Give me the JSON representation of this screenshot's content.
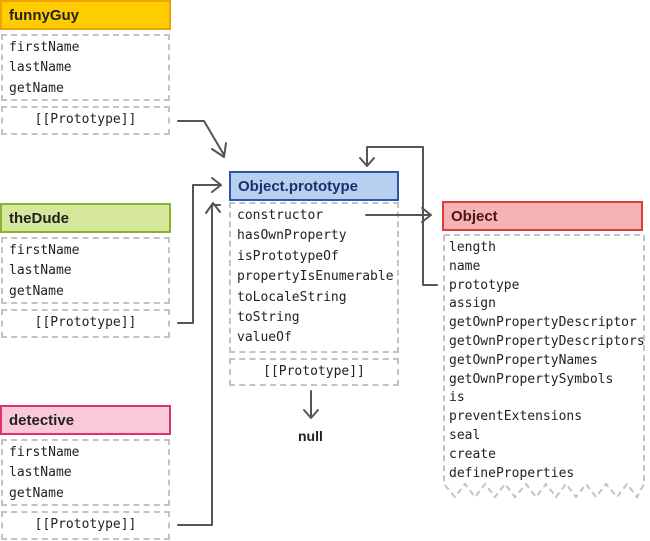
{
  "funnyGuy": {
    "title": "funnyGuy",
    "properties": [
      "firstName",
      "lastName",
      "getName"
    ],
    "prototype_slot": "[[Prototype]]"
  },
  "theDude": {
    "title": "theDude",
    "properties": [
      "firstName",
      "lastName",
      "getName"
    ],
    "prototype_slot": "[[Prototype]]"
  },
  "detective": {
    "title": "detective",
    "properties": [
      "firstName",
      "lastName",
      "getName"
    ],
    "prototype_slot": "[[Prototype]]"
  },
  "object_prototype": {
    "title": "Object.prototype",
    "properties": [
      "constructor",
      "hasOwnProperty",
      "isPrototypeOf",
      "propertyIsEnumerable",
      "toLocaleString",
      "toString",
      "valueOf"
    ],
    "prototype_slot": "[[Prototype]]",
    "null_label": "null"
  },
  "object": {
    "title": "Object",
    "properties": [
      "length",
      "name",
      "prototype",
      "assign",
      "getOwnPropertyDescriptor",
      "getOwnPropertyDescriptors",
      "getOwnPropertyNames",
      "getOwnPropertySymbols",
      "is",
      "preventExtensions",
      "seal",
      "create",
      "defineProperties"
    ]
  },
  "colors": {
    "funnyGuy_header": "#ffcc00",
    "theDude_header": "#d5e79a",
    "detective_header": "#f8c9da",
    "object_prototype_header": "#b7d0ef",
    "object_header": "#f6b3b3",
    "dashed_border": "#c3c3c3",
    "arrow": "#555555"
  }
}
